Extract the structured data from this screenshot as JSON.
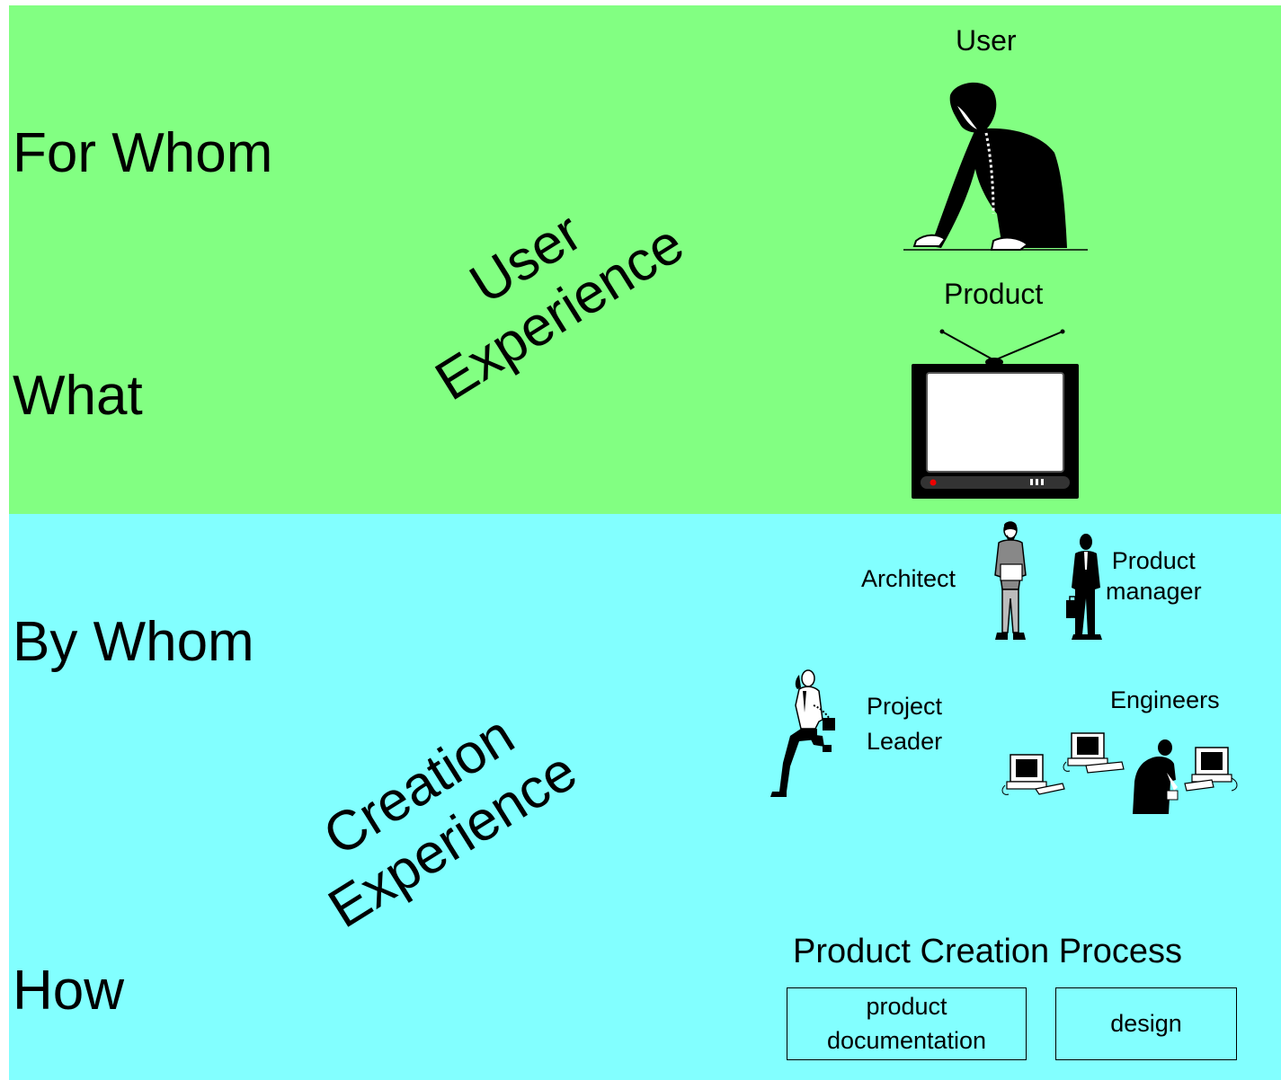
{
  "diagram": {
    "left_labels": {
      "for_whom": "For Whom",
      "what": "What",
      "by_whom": "By Whom",
      "how": "How"
    },
    "diagonal_texts": {
      "user_experience": [
        "User",
        "Experience"
      ],
      "creation_experience": [
        "Creation",
        "Experience"
      ]
    },
    "figures": {
      "user": "User",
      "product": "Product",
      "architect": "Architect",
      "product_manager": [
        "Product",
        "manager"
      ],
      "project_leader": [
        "Project",
        "Leader"
      ],
      "engineers": "Engineers"
    },
    "process": {
      "title": "Product Creation Process",
      "boxes": [
        [
          "product",
          "documentation"
        ],
        [
          "design"
        ]
      ]
    },
    "colors": {
      "top_panel": "#82ff82",
      "bottom_panel": "#82ffff"
    }
  }
}
